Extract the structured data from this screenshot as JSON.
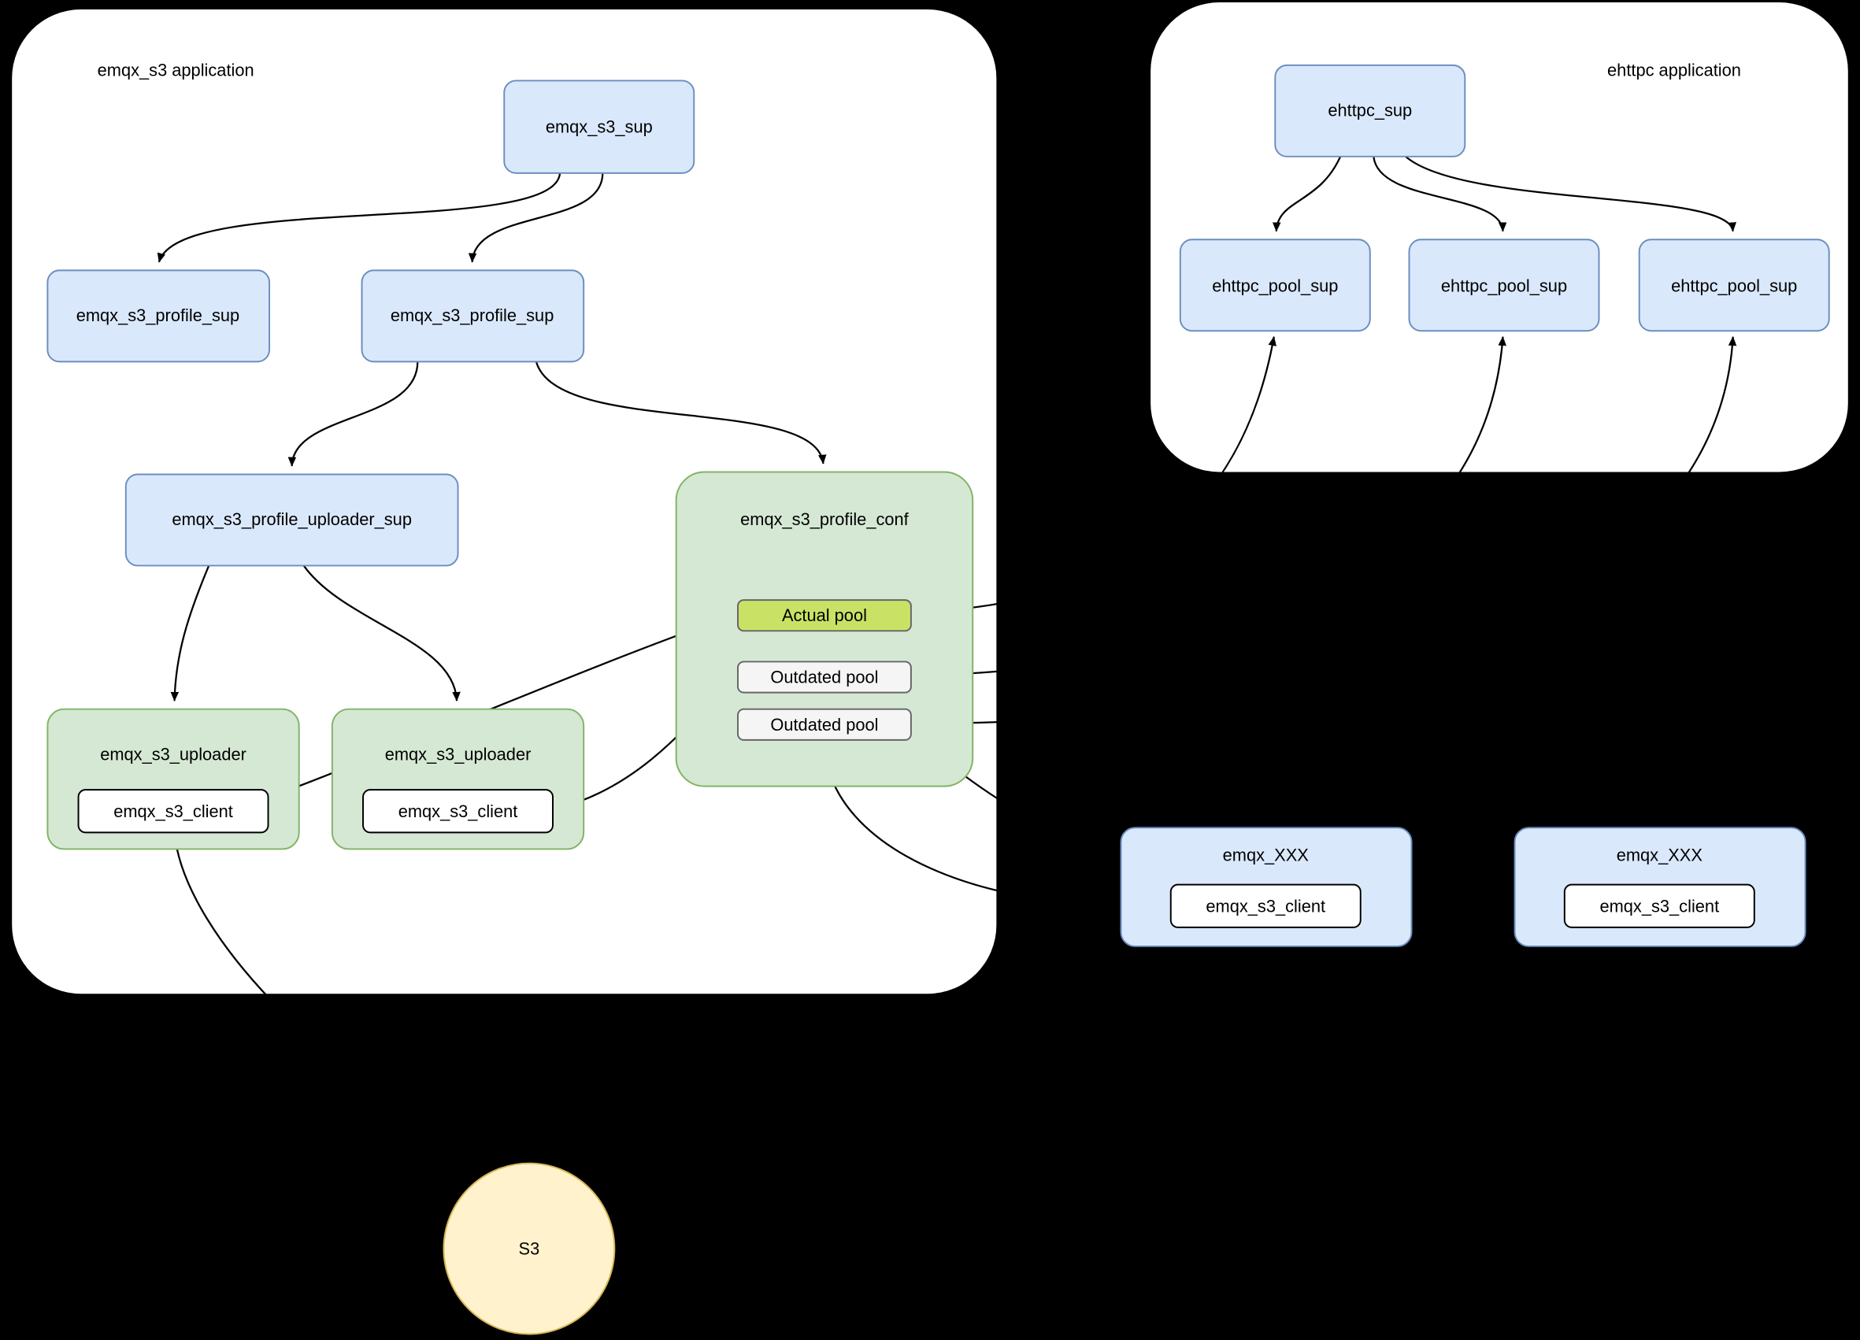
{
  "diagram": {
    "emqx_s3_app": {
      "title": "emqx_s3 application",
      "nodes": {
        "sup": "emqx_s3_sup",
        "profile_sup_left": "emqx_s3_profile_sup",
        "profile_sup_right": "emqx_s3_profile_sup",
        "profile_uploader_sup": "emqx_s3_profile_uploader_sup",
        "profile_conf": "emqx_s3_profile_conf",
        "actual_pool": "Actual pool",
        "outdated_pool_1": "Outdated pool",
        "outdated_pool_2": "Outdated pool",
        "uploader_left": "emqx_s3_uploader",
        "uploader_right": "emqx_s3_uploader",
        "client_left": "emqx_s3_client",
        "client_right": "emqx_s3_client"
      }
    },
    "ehttpc_app": {
      "title": "ehttpc application",
      "nodes": {
        "sup": "ehttpc_sup",
        "pool_sup_1": "ehttpc_pool_sup",
        "pool_sup_2": "ehttpc_pool_sup",
        "pool_sup_3": "ehttpc_pool_sup"
      }
    },
    "external": {
      "xxx_left": {
        "title": "emqx_XXX",
        "client": "emqx_s3_client"
      },
      "xxx_right": {
        "title": "emqx_XXX",
        "client": "emqx_s3_client"
      },
      "s3": "S3"
    },
    "colors": {
      "background": "#000000",
      "app_container_fill": "#ffffff",
      "blue_fill": "#dae8fc",
      "blue_stroke": "#6c8ebf",
      "green_fill": "#d5e8d4",
      "green_stroke": "#82b366",
      "lime_fill": "#c9e265",
      "gray_fill": "#f5f5f5",
      "white_fill": "#ffffff",
      "yellow_fill": "#fff2cc",
      "yellow_stroke": "#d6b656",
      "edge_color": "#000000"
    }
  }
}
